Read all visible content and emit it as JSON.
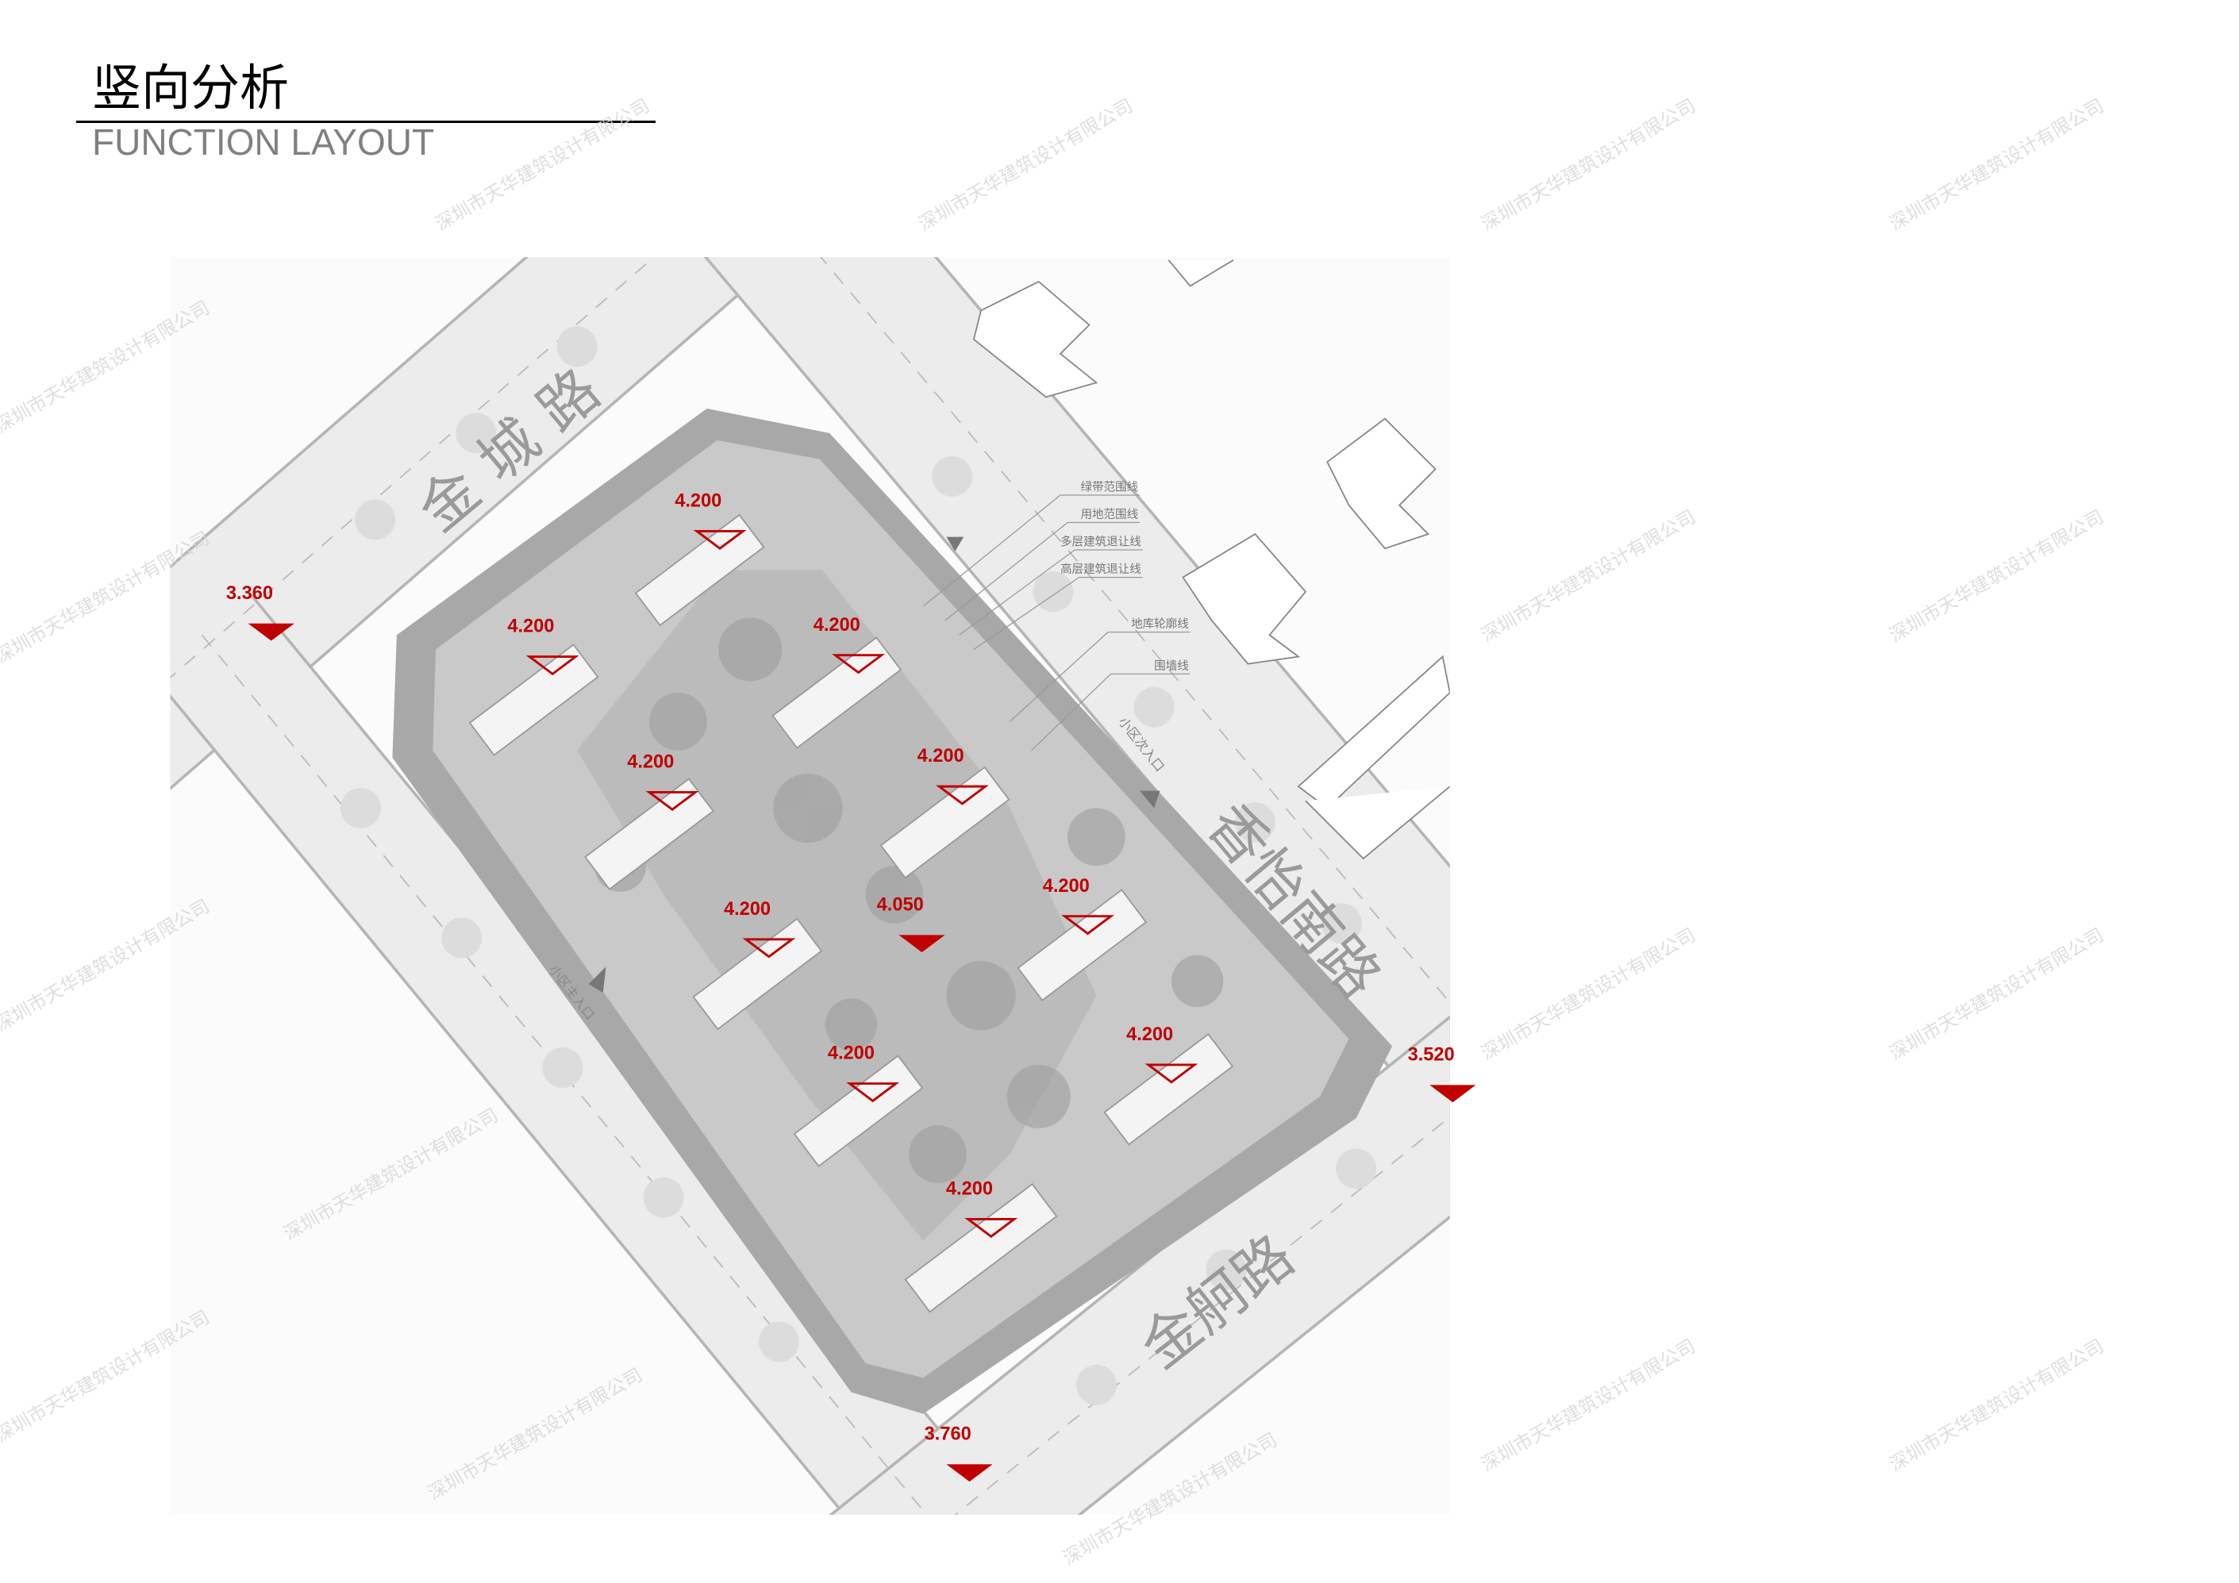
{
  "title": {
    "cn": "竖向分析",
    "en": "FUNCTION LAYOUT"
  },
  "watermark": "深圳市天华建筑设计有限公司",
  "roads": {
    "north_west": "金城路",
    "north_east": "香怡南路",
    "south_east": "金舸路"
  },
  "entrances": {
    "main": "小区主入口",
    "secondary": "小区次入口"
  },
  "legend": [
    "绿带范围线",
    "用地范围线",
    "多层建筑退让线",
    "高层建筑退让线",
    "地库轮廓线",
    "围墙线"
  ],
  "elevations": {
    "road_nw": "3.360",
    "road_ne": "3.520",
    "road_s": "3.760",
    "plaza": "4.050",
    "b1": "4.200",
    "b2": "4.200",
    "b3": "4.200",
    "b4": "4.200",
    "b5": "4.200",
    "b6": "4.200",
    "b7": "4.200",
    "b8": "4.200",
    "b9": "4.200",
    "b10": "4.200"
  },
  "colors": {
    "marker": "#c00000",
    "title_en": "#808080"
  }
}
